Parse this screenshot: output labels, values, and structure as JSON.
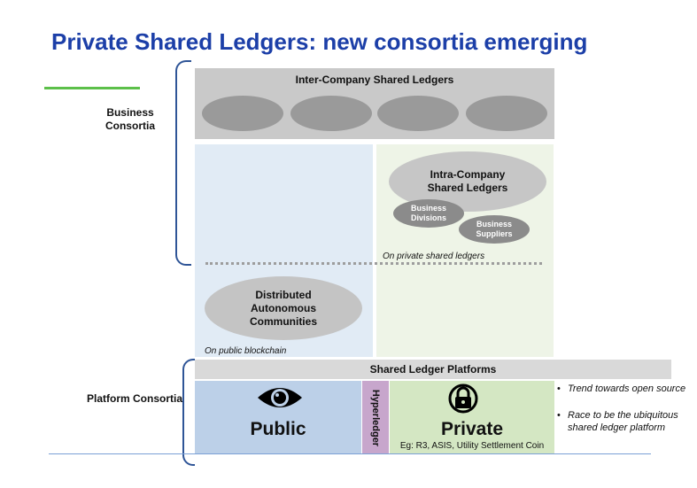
{
  "title": "Private Shared Ledgers: new consortia emerging",
  "labels": {
    "business_consortia": "Business Consortia",
    "platform_consortia": "Platform Consortia"
  },
  "inter_company": {
    "title": "Inter-Company Shared Ledgers",
    "oval_count": 4
  },
  "intra_company": {
    "title": "Intra-Company Shared Ledgers",
    "business_divisions": "Business Divisions",
    "business_suppliers": "Business Suppliers",
    "note": "On private shared ledgers"
  },
  "distributed": {
    "title": "Distributed Autonomous Communities",
    "note": "On public blockchain"
  },
  "platforms": {
    "title": "Shared Ledger Platforms",
    "public_label": "Public",
    "hyperledger_label": "Hyperledger",
    "private_label": "Private",
    "private_examples": "Eg: R3, ASIS, Utility Settlement Coin",
    "public_icon": "eye-icon",
    "private_icon": "lock-icon"
  },
  "bullets": [
    "Trend towards open source",
    "Race to be the ubiquitous shared ledger platform"
  ],
  "colors": {
    "title": "#1c3fa8",
    "accent_green": "#5cc04a",
    "brace": "#2f5597"
  }
}
